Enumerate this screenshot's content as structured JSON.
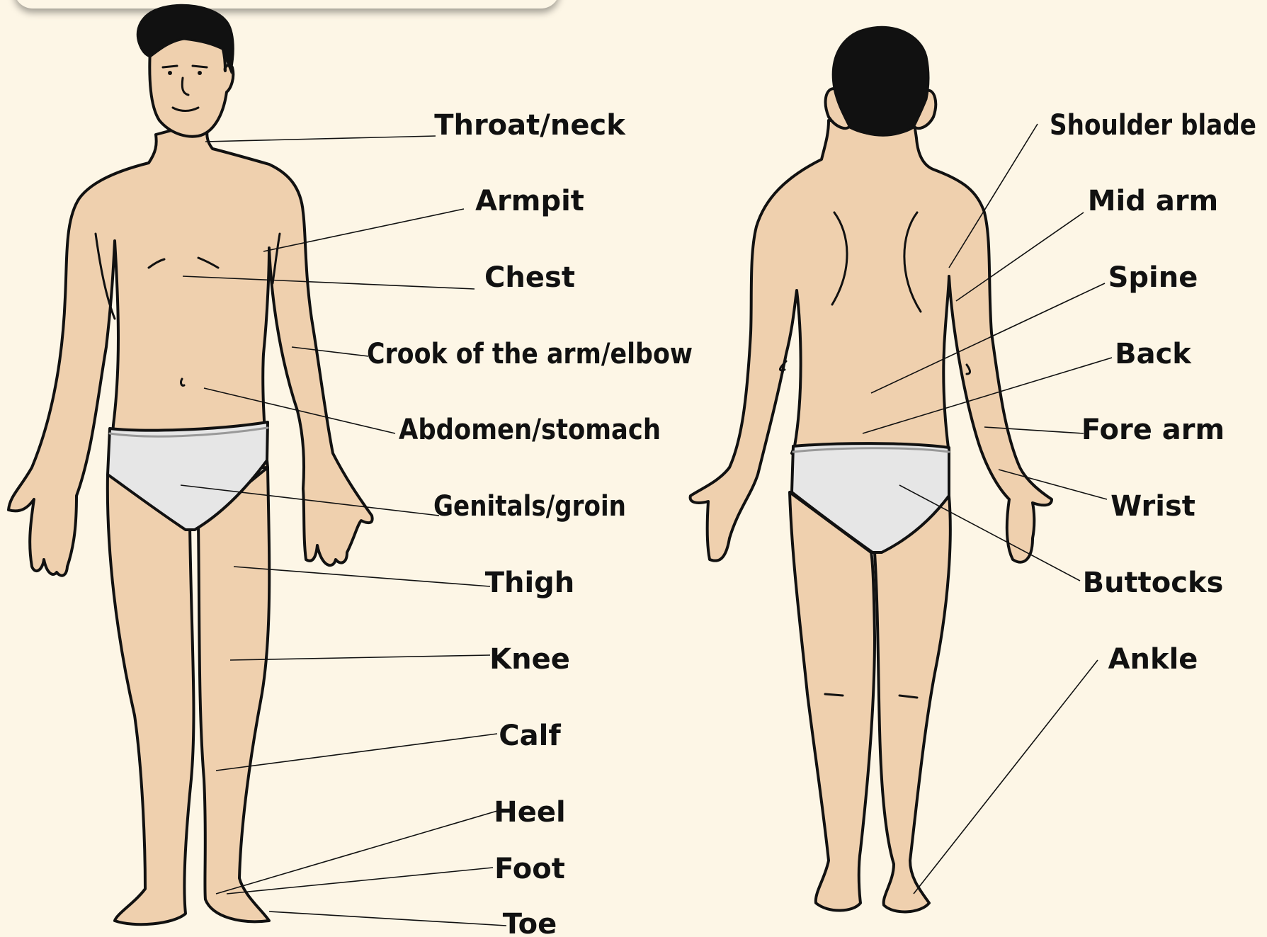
{
  "front_labels": [
    "Throat/neck",
    "Armpit",
    "Chest",
    "Crook of the arm/elbow",
    "Abdomen/stomach",
    "Genitals/groin",
    "Thigh",
    "Knee",
    "Calf",
    "Heel",
    "Foot",
    "Toe"
  ],
  "back_labels": [
    "Shoulder blade",
    "Mid arm",
    "Spine",
    "Back",
    "Fore arm",
    "Wrist",
    "Buttocks",
    "Ankle"
  ],
  "colors": {
    "background": "#fdf6e6",
    "skin": "#efd0ae",
    "underwear": "#e6e6e6",
    "outline": "#111111"
  }
}
